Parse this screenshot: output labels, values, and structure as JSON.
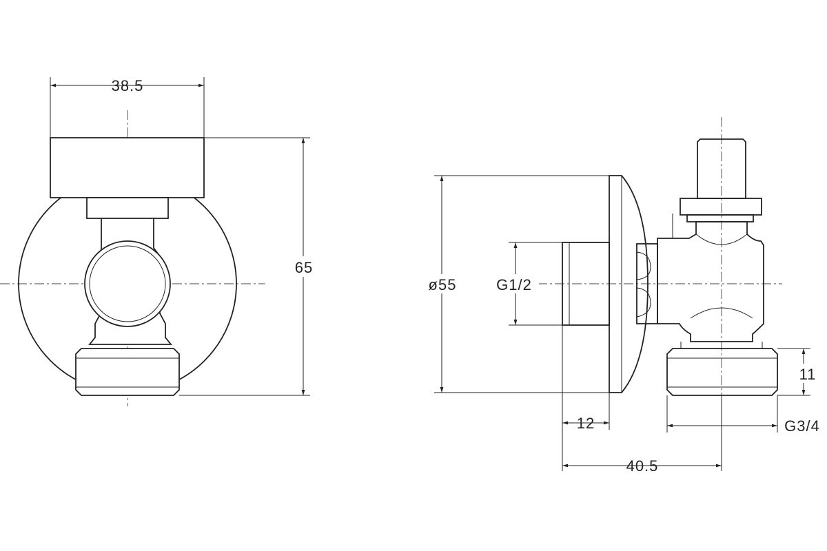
{
  "dimensions": {
    "front_width": "38.5",
    "front_height": "65",
    "flange_diameter": "ø55",
    "inlet_thread": "G1/2",
    "outlet_nut_height": "11",
    "inlet_length": "12",
    "outlet_thread": "G3/4",
    "overall_depth": "40.5"
  },
  "colors": {
    "line": "#222222",
    "background": "#ffffff"
  }
}
